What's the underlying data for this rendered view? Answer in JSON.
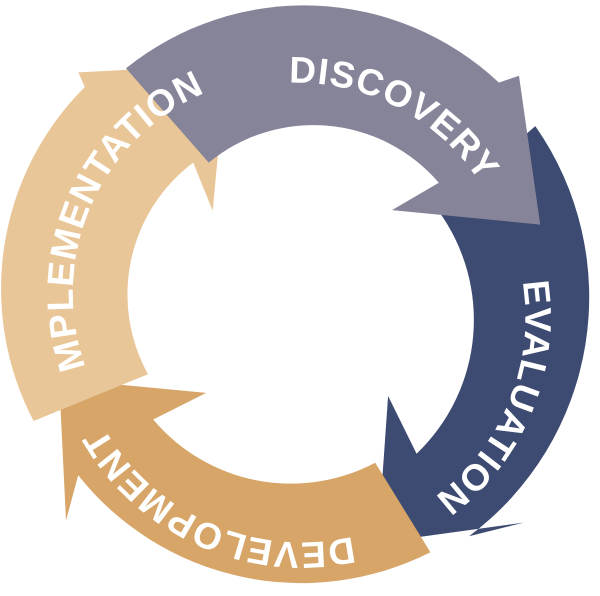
{
  "diagram": {
    "stages": [
      {
        "label": "DISCOVERY",
        "color": "#868499"
      },
      {
        "label": "EVALUATION",
        "color": "#3d4b72"
      },
      {
        "label": "DEVELOPMENT",
        "color": "#d6a567"
      },
      {
        "label": "IMPLEMENTATION",
        "color": "#e9c697"
      }
    ]
  }
}
